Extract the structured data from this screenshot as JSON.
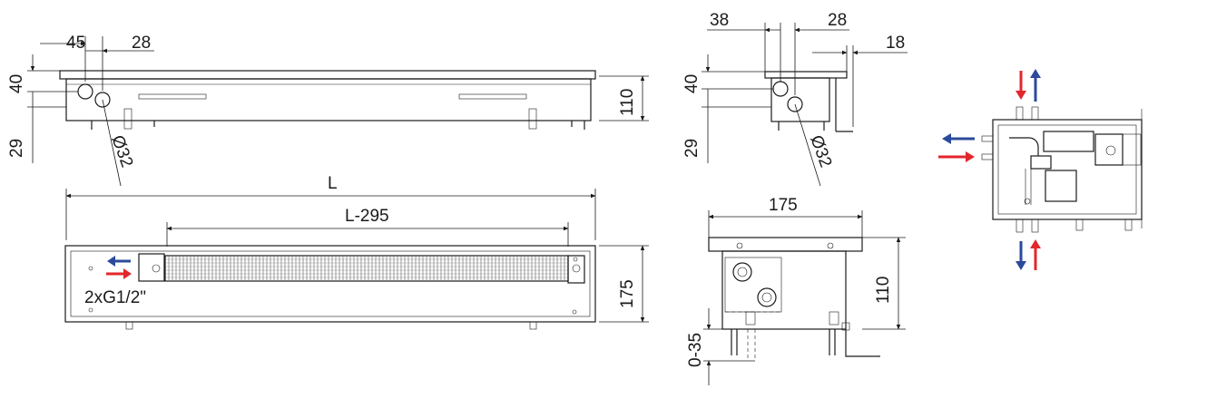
{
  "dims": {
    "side_45": "45",
    "side_28": "28",
    "side_40": "40",
    "side_29": "29",
    "side_110": "110",
    "side_d32": "Ø32",
    "length_L": "L",
    "length_L295": "L-295",
    "top_175": "175",
    "top_conn": "2xG1/2\"",
    "end_38": "38",
    "end_28": "28",
    "end_18": "18",
    "end_40": "40",
    "end_29": "29",
    "end_d32": "Ø32",
    "sec_175": "175",
    "sec_110": "110",
    "sec_035": "0-35"
  },
  "colors": {
    "supply_arrow": "#e3262b",
    "return_arrow": "#2b4a9b",
    "line": "#1a1a1a"
  }
}
